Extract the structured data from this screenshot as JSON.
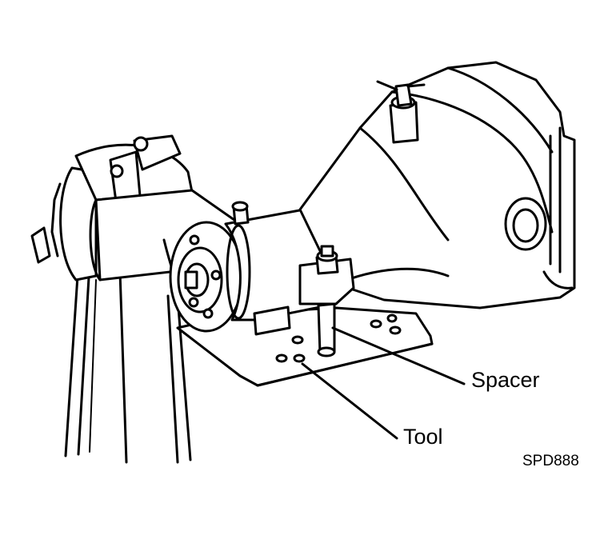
{
  "labels": {
    "spacer": "Spacer",
    "tool": "Tool",
    "figure_code": "SPD888"
  },
  "colors": {
    "ink": "#000000",
    "paper": "#ffffff"
  }
}
